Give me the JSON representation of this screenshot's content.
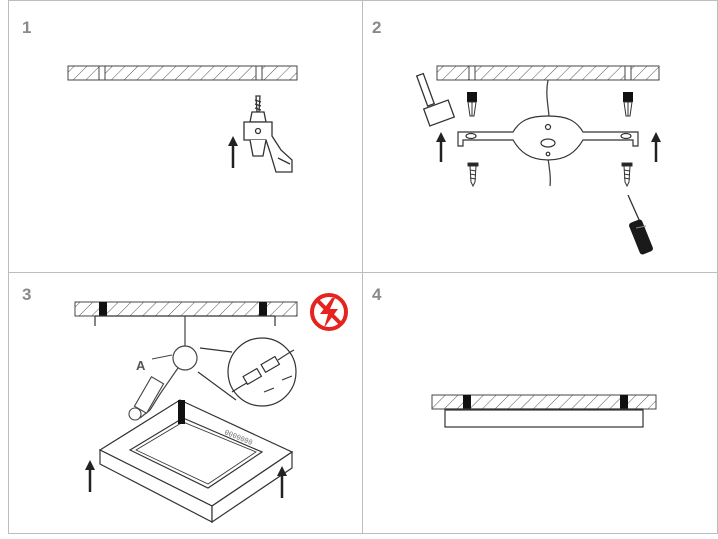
{
  "steps": [
    {
      "number": "1"
    },
    {
      "number": "2"
    },
    {
      "number": "3"
    },
    {
      "number": "4"
    }
  ],
  "callout_label": "A",
  "colors": {
    "grid_line": "#bdbdbd",
    "outline": "#3a3a3a",
    "step_number": "#8a8a8a",
    "warning_red": "#e52420"
  },
  "icons": {
    "drill": "drill-icon",
    "hammer": "hammer-icon",
    "screwdriver": "screwdriver-icon",
    "warning": "no-power-warning-icon"
  }
}
